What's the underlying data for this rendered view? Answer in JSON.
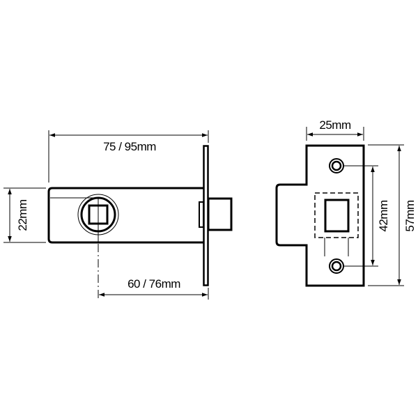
{
  "diagram": {
    "subject": "tubular mortice latch with strike plate",
    "line_color": "#000000",
    "background": "#ffffff",
    "latch_view": {
      "overall_length_label": "75 / 95mm",
      "backset_label": "60 / 76mm",
      "body_height_label": "22mm"
    },
    "strike_plate_view": {
      "width_label": "25mm",
      "hole_centres_label": "42mm",
      "height_label": "57mm"
    }
  }
}
